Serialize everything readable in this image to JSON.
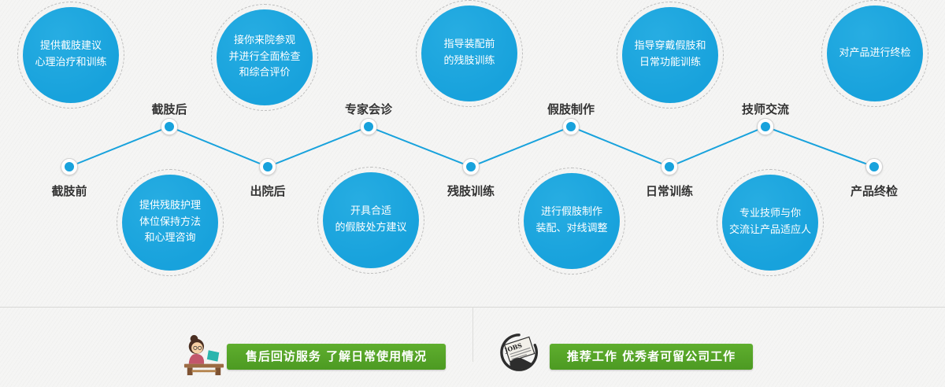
{
  "timeline": {
    "node_labels": [
      "截肢前",
      "截肢后",
      "出院后",
      "专家会诊",
      "残肢训练",
      "假肢制作",
      "日常训练",
      "技师交流",
      "产品终检"
    ],
    "bubbles_top": [
      "提供截肢建议\n心理治疗和训练",
      "接你来院参观\n并进行全面检查\n和综合评价",
      "指导装配前\n的残肢训练",
      "指导穿戴假肢和\n日常功能训练",
      "对产品进行终检"
    ],
    "bubbles_bottom": [
      "提供残肢护理\n体位保持方法\n和心理咨询",
      "开具合适\n的假肢处方建议",
      "进行假肢制作\n装配、对线调整",
      "专业技师与你\n交流让产品适应人"
    ]
  },
  "footer": {
    "after_sales_label": "售后回访服务 了解日常使用情况",
    "jobs_label": "推荐工作 优秀者可留公司工作",
    "jobs_icon_text": "JOBS"
  },
  "colors": {
    "bubble_blue": "#18a2dc",
    "line_blue": "#18a2dc",
    "banner_green": "#5fae2e",
    "banner_green_dark": "#4c9a22",
    "label_dark": "#333333"
  }
}
